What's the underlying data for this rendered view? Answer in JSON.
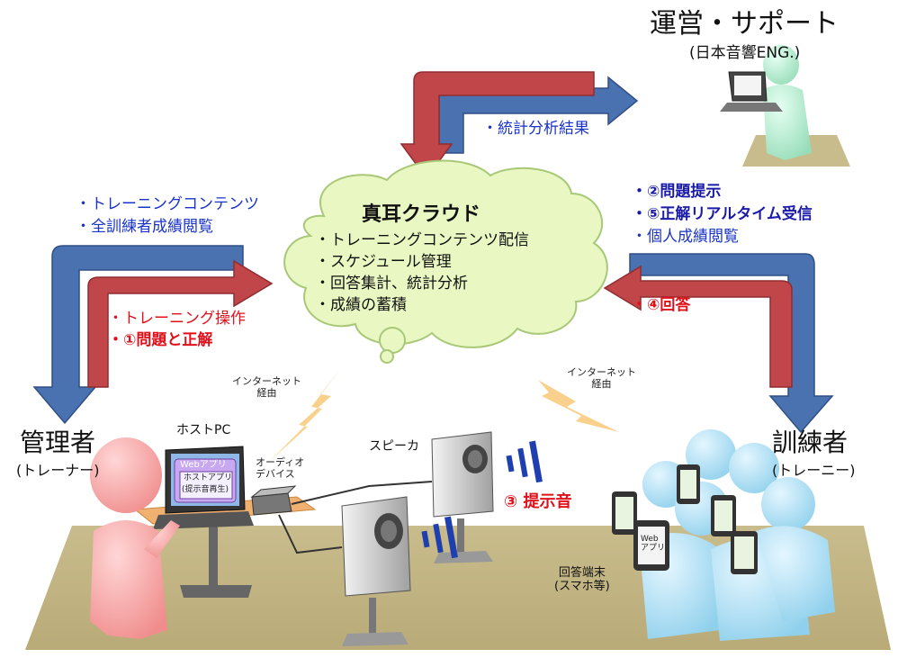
{
  "operations": {
    "title": "運営・サポート",
    "subtitle": "(日本音響ENG.)"
  },
  "cloud": {
    "title": "真耳クラウド",
    "items": [
      "・トレーニングコンテンツ配信",
      "・スケジュール管理",
      "・回答集計、統計分析",
      "・成績の蓄積"
    ]
  },
  "flows": {
    "stats_result": "・統計分析結果",
    "admin_receive": [
      "・トレーニングコンテンツ",
      "・全訓練者成績閲覧"
    ],
    "admin_send": [
      "・トレーニング操作",
      "・①問題と正解"
    ],
    "trainee_receive": [
      "・②問題提示",
      "・⑤正解リアルタイム受信",
      "・個人成績閲覧"
    ],
    "trainee_send": "・④回答"
  },
  "admin": {
    "title": "管理者",
    "subtitle": "(トレーナー)"
  },
  "trainee": {
    "title": "訓練者",
    "subtitle": "(トレーニー)"
  },
  "internet_left": [
    "インターネット",
    "経由"
  ],
  "internet_right": [
    "インターネット",
    "経由"
  ],
  "host_pc": {
    "label": "ホストPC",
    "web_app": "Webアプリ",
    "host_app": [
      "ホストアプリ",
      "(提示音再生)"
    ]
  },
  "audio_device": [
    "オーディオ",
    "デバイス"
  ],
  "speaker": "スピーカ",
  "presentation_sound": "③ 提示音",
  "answer_terminal": {
    "label": [
      "回答端末",
      "(スマホ等)"
    ],
    "phone_app": [
      "Web",
      "アプリ"
    ]
  },
  "colors": {
    "blue_arrow": "#4a72b0",
    "red_arrow": "#c0464a",
    "cloud": "#e8f7c0",
    "floor": "#c8bb8a",
    "admin_person": "#f5a0a0",
    "trainee_person": "#a8dcf0",
    "ops_person": "#a8e8c8",
    "table": "#f0b070",
    "bolt": "#f8c878"
  }
}
